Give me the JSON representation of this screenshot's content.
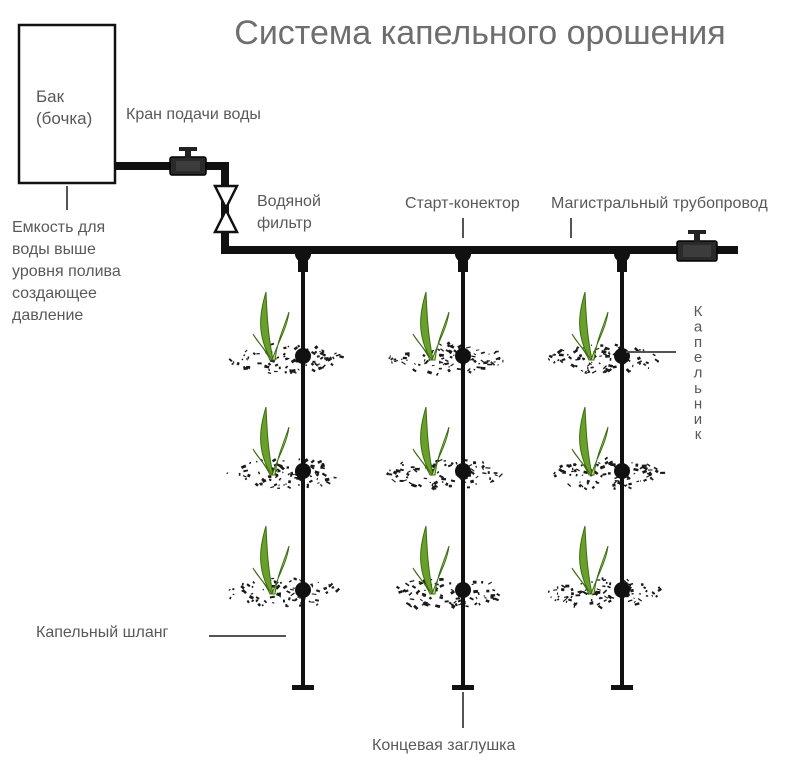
{
  "title": "Система капельного орошения",
  "labels": {
    "tank": [
      "Бак",
      "(бочка)"
    ],
    "tank_note": [
      "Емкость для",
      "воды выше",
      "уровня полива",
      "создающее",
      "давление"
    ],
    "supply_valve": "Кран подачи воды",
    "water_filter": [
      "Водяной",
      "фильтр"
    ],
    "start_connector": "Старт-конектор",
    "main_pipe": "Магистральный трубопровод",
    "dripper": "Капельник",
    "drip_hose": "Капельный шланг",
    "end_cap": "Концевая заглушка"
  },
  "colors": {
    "pipe": "#111111",
    "text": "#595959",
    "leaf": "#6a9f2c",
    "leaf_light": "#c4e07a",
    "valve": "#222222"
  },
  "chart_data": {
    "type": "diagram",
    "title": "Система капельного орошения",
    "nodes": [
      "Бак (бочка)",
      "Кран подачи воды",
      "Водяной фильтр",
      "Магистральный трубопровод",
      "Старт-конектор",
      "Капельный шланг",
      "Капельник",
      "Концевая заглушка"
    ],
    "edges": [
      [
        "Бак (бочка)",
        "Кран подачи воды"
      ],
      [
        "Кран подачи воды",
        "Водяной фильтр"
      ],
      [
        "Водяной фильтр",
        "Магистральный трубопровод"
      ],
      [
        "Магистральный трубопровод",
        "Старт-конектор"
      ],
      [
        "Старт-конектор",
        "Капельный шланг"
      ],
      [
        "Капельный шланг",
        "Капельник"
      ],
      [
        "Капельный шланг",
        "Концевая заглушка"
      ]
    ],
    "drip_lines": 3,
    "plants_per_line": 3
  }
}
